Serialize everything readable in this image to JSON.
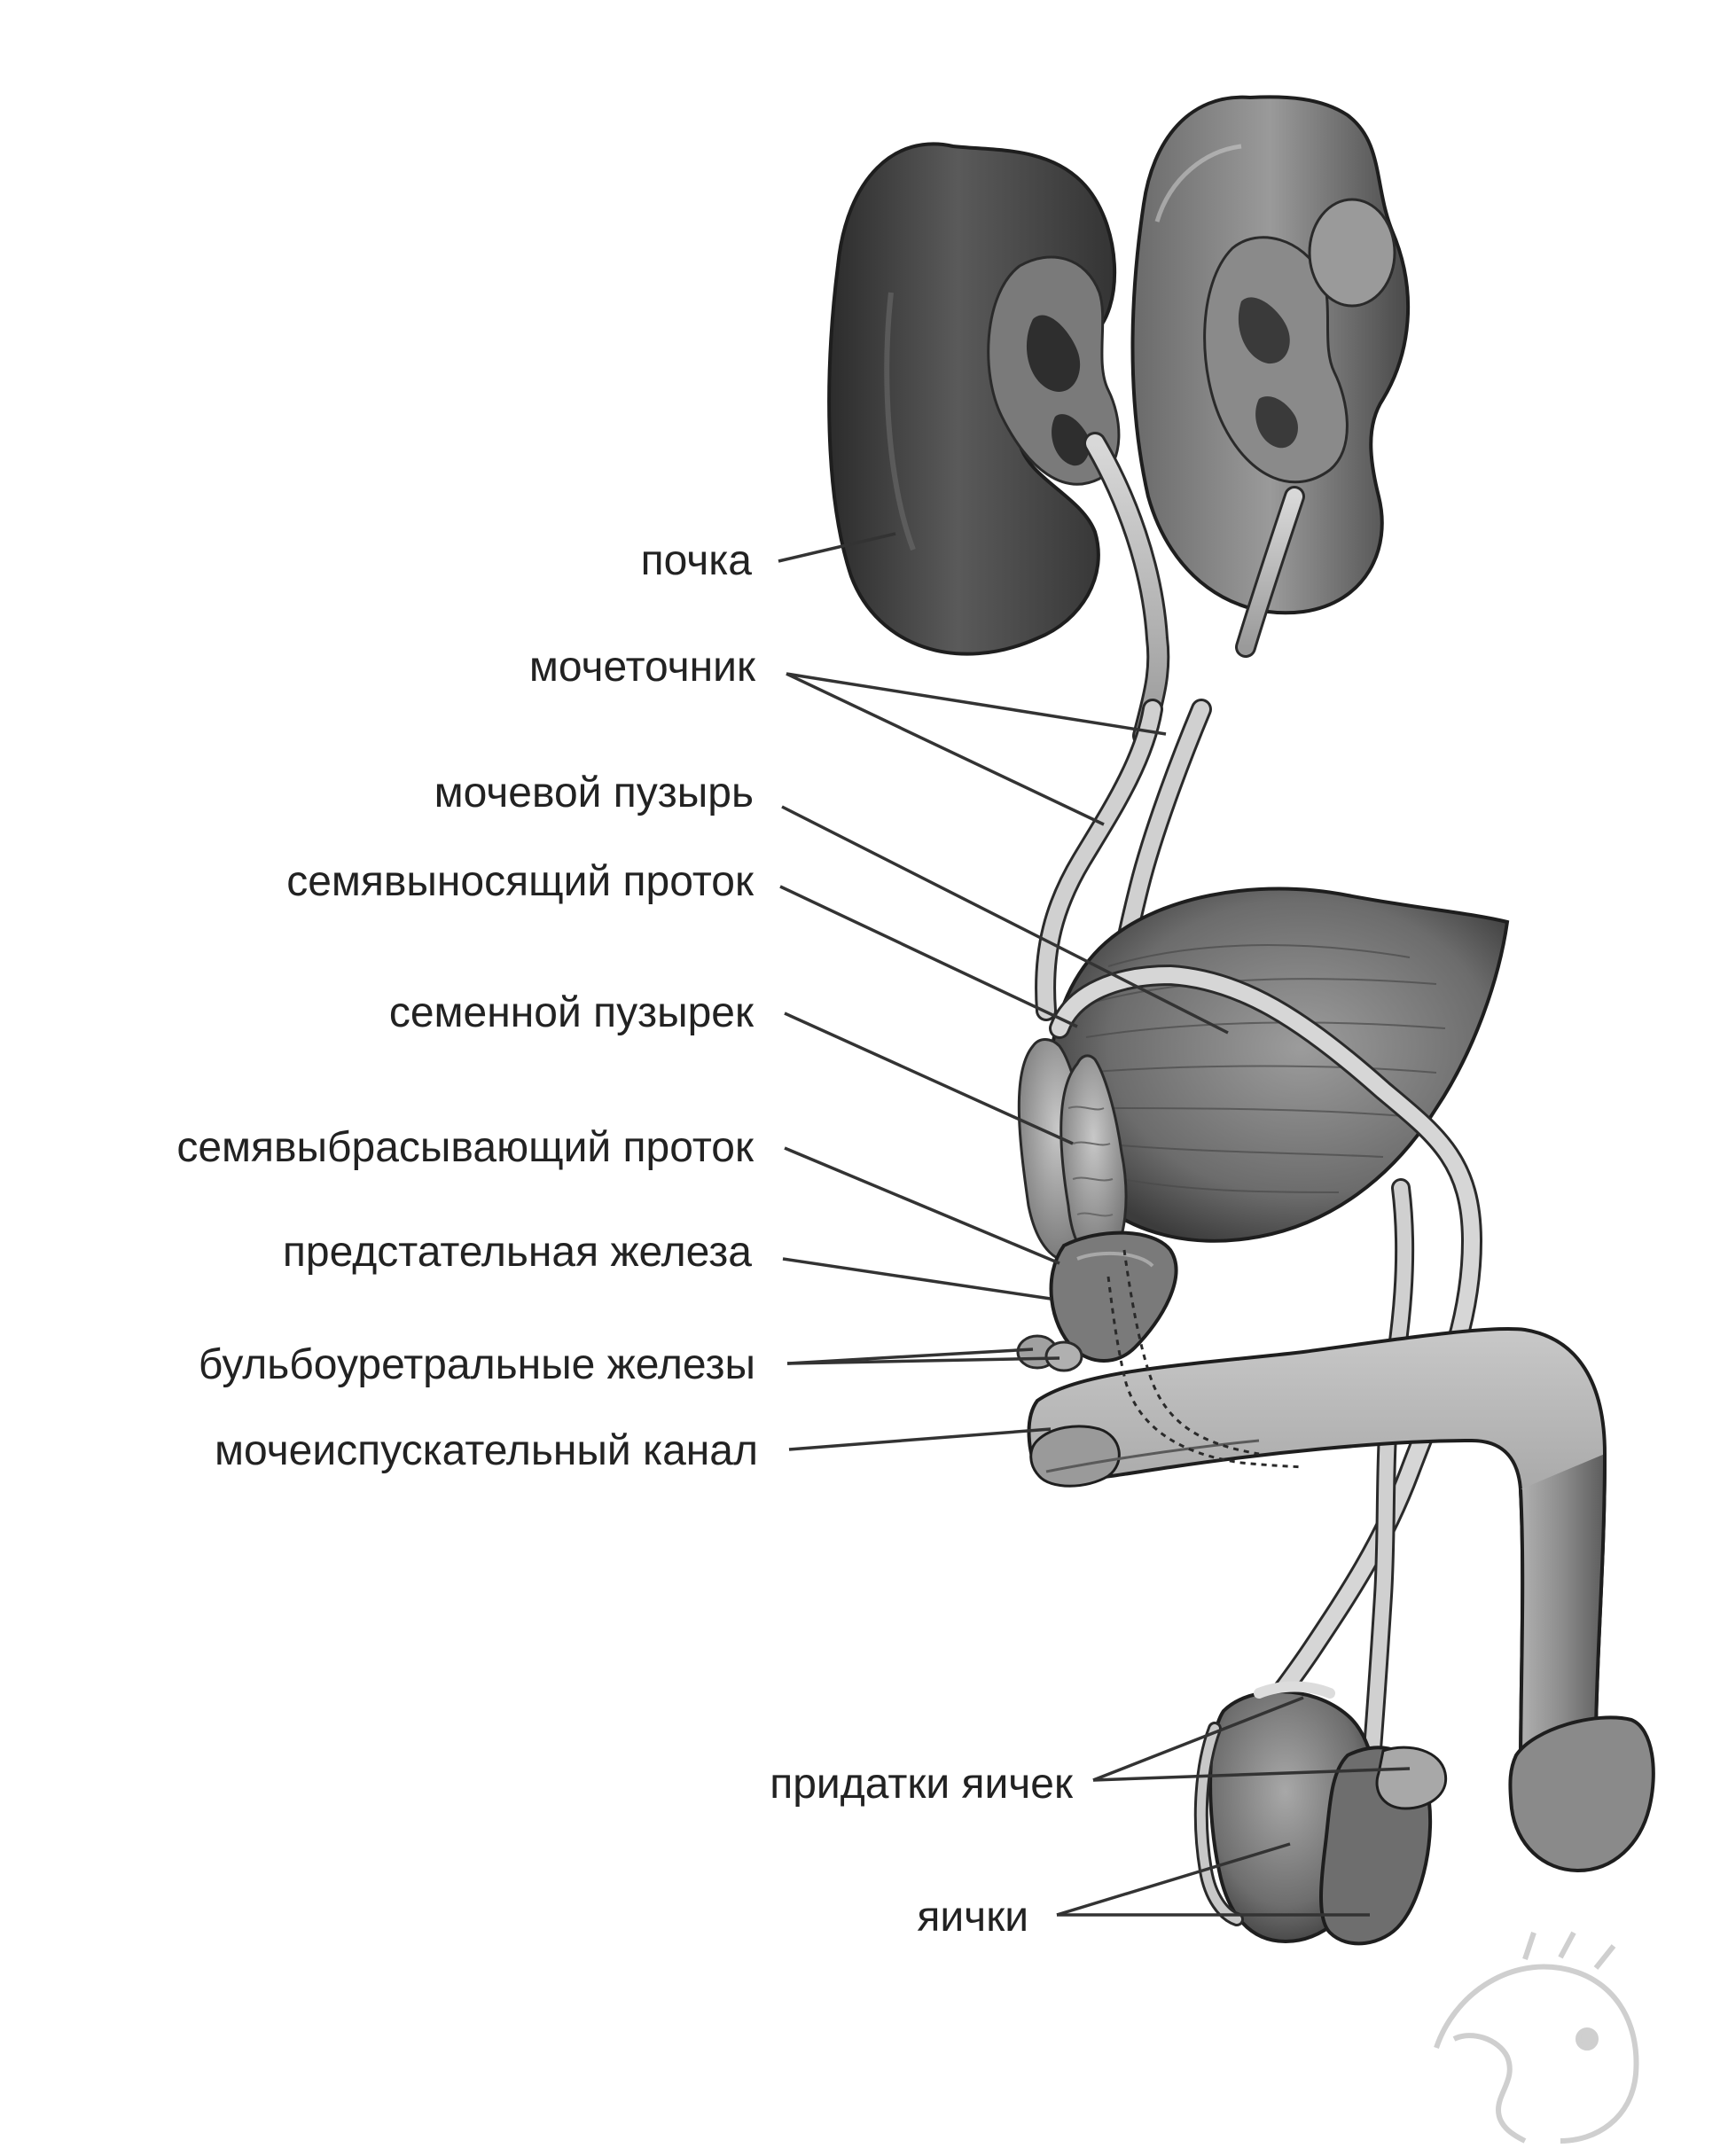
{
  "labels": {
    "kidney": "почка",
    "ureter": "мочеточник",
    "bladder": "мочевой пузырь",
    "vas_deferens": "семявыносящий проток",
    "seminal_vesicle": "семенной пузырек",
    "ejaculatory_duct": "семявыбрасывающий проток",
    "prostate": "предстательная железа",
    "bulbourethral": "бульбоуретральные железы",
    "urethra": "мочеиспускательный канал",
    "epididymis": "придатки яичек",
    "testes": "яички"
  },
  "colors": {
    "label_text": "#222222",
    "leader_line": "#333333",
    "organ_dark": "#3f3f3f",
    "organ_mid": "#8a8a8a",
    "organ_light": "#cfcfcf",
    "outline": "#2a2a2a"
  }
}
